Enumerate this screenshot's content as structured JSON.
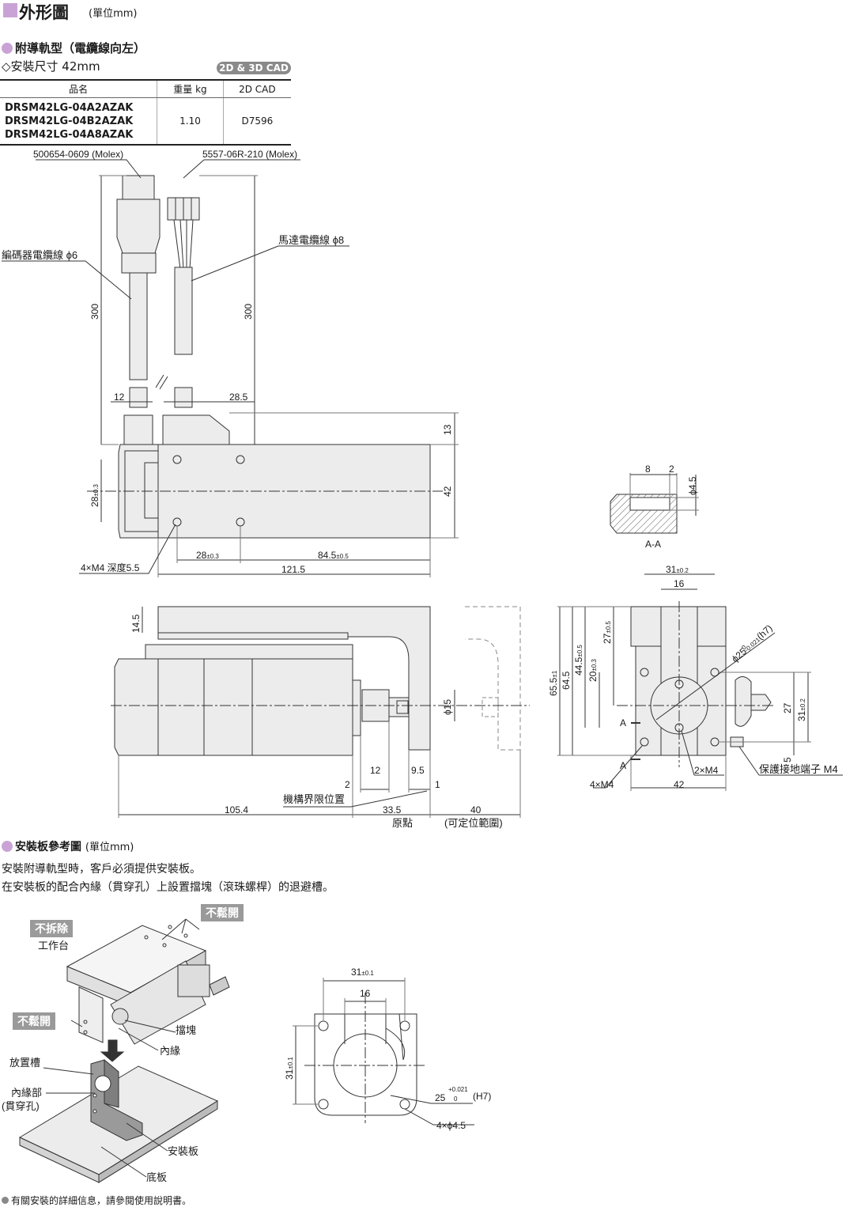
{
  "header": {
    "title": "外形圖",
    "unit": "(單位mm)"
  },
  "subheader": {
    "title": "附導軌型（電纜線向左）",
    "mount_size": "◇安裝尺寸 42mm",
    "cad_badge": "2D & 3D CAD"
  },
  "spec_table": {
    "headers": [
      "品名",
      "重量 kg",
      "2D CAD"
    ],
    "models": [
      "DRSM42LG-04A2AZAK",
      "DRSM42LG-04B2AZAK",
      "DRSM42LG-04A8AZAK"
    ],
    "weight": "1.10",
    "cad": "D7596"
  },
  "top_view": {
    "connector_left": "500654-0609 (Molex)",
    "connector_right": "5557-06R-210 (Molex)",
    "encoder_cable": "編碼器電纜線 ϕ6",
    "motor_cable": "馬達電纜線 ϕ8",
    "dims": {
      "cable_len_left": "300",
      "cable_len_right": "300",
      "d12": "12",
      "d28_5": "28.5",
      "d13": "13",
      "d42": "42",
      "d28_03": "28",
      "tol_03": "±0.3",
      "d84_5": "84.5",
      "tol_05": "±0.5",
      "d121_5": "121.5",
      "tap": "4×M4 深度5.5"
    }
  },
  "section_aa": {
    "d8": "8",
    "d2": "2",
    "d4_5": "ϕ4.5",
    "label": "A-A"
  },
  "side_view": {
    "d14_5": "14.5",
    "phi15": "ϕ15",
    "d2": "2",
    "d12": "12",
    "d9_5": "9.5",
    "d1": "1",
    "mech_limit": "機構界限位置",
    "d105_4": "105.4",
    "d33_5": "33.5",
    "origin": "原點",
    "d40": "40",
    "range": "(可定位範圍)"
  },
  "front_view": {
    "d31": "31",
    "tol_02": "±0.2",
    "d16": "16",
    "phi25": "ϕ25",
    "tol_phi25": "-0.021",
    "tol_phi25_zero": "0",
    "fit_h7": "(h7)",
    "d65_5": "65.5",
    "tol_1": "±1",
    "d64_5": "64.5",
    "d44_5": "44.5",
    "tol_05": "±0.5",
    "d20": "20",
    "tol_03": "±0.3",
    "d27": "27",
    "d27b": "27",
    "d31b": "31",
    "d5": "5",
    "label_a": "A",
    "m4_2": "2×M4",
    "m4_4": "4×M4",
    "d42": "42",
    "ground": "保護接地端子 M4"
  },
  "plate_section": {
    "title": "安裝板參考圖",
    "unit": "(單位mm)",
    "note1": "安裝附導軌型時，客戶必須提供安裝板。",
    "note2": "在安裝板的配合內緣（貫穿孔）上設置擋塊（滾珠螺桿）的退避槽。",
    "tags": {
      "no_remove": "不拆除",
      "no_loosen_top": "不鬆開",
      "no_loosen_left": "不鬆開"
    },
    "labels": {
      "worktable": "工作台",
      "stopper": "擋塊",
      "inner_edge": "內緣",
      "slot": "放置槽",
      "inner_part": "內緣部",
      "through_hole": "(貫穿孔)",
      "plate": "安裝板",
      "base": "底板"
    },
    "dims": {
      "d31": "31",
      "tol_01": "±0.1",
      "d16": "16",
      "d31v": "31",
      "d25": "25",
      "tol_h7_up": "+0.021",
      "tol_h7_low": "0",
      "fit_h7": "(H7)",
      "holes": "4×ϕ4.5"
    }
  },
  "footer": {
    "note": "有關安裝的詳細信息，請參閱使用說明書。"
  },
  "colors": {
    "accent": "#c9a3d6",
    "body_fill": "#ececec",
    "badge": "#8a8a8a",
    "tag": "#9a9a9a"
  }
}
